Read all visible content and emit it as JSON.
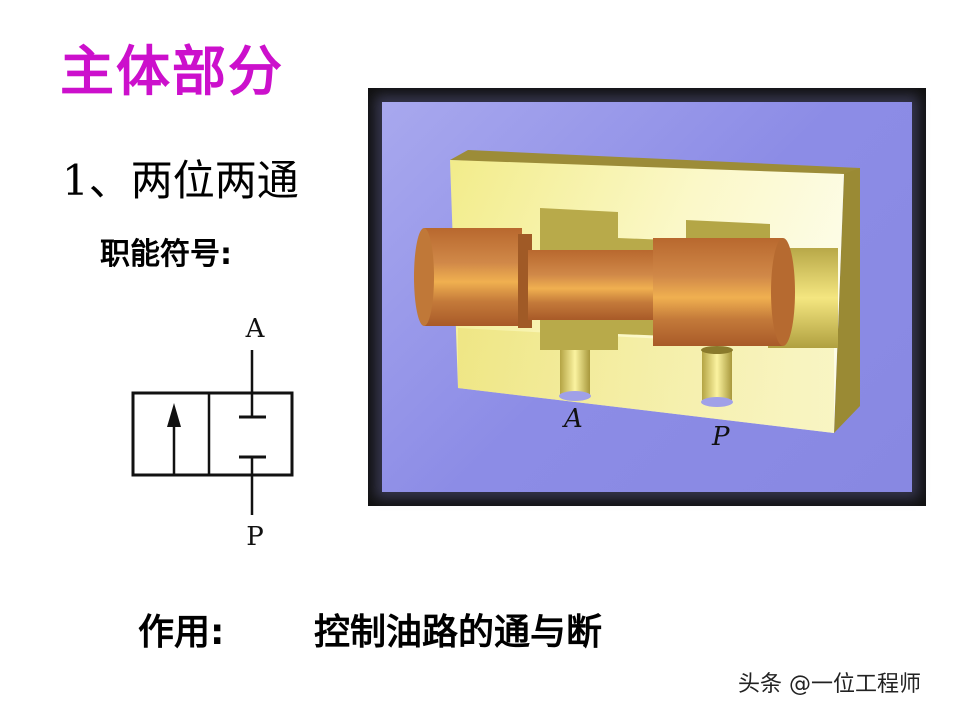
{
  "slide": {
    "title": "主体部分",
    "title_color": "#cc10cc",
    "subtitle": "1、两位两通",
    "symbol_label": "职能符号:",
    "symbol": {
      "type": "2/2 directional valve symbol",
      "port_top": "A",
      "port_bottom": "P"
    },
    "illustration": {
      "description": "3D cutaway of two-position two-way spool valve",
      "port_labels": [
        "A",
        "P"
      ],
      "background_color": "#9a9aea",
      "body_color": "#f0ea90",
      "spool_color": "#c8783a"
    },
    "function": {
      "label": "作用:",
      "text": "控制油路的通与断"
    },
    "watermark": "头条 @一位工程师"
  }
}
